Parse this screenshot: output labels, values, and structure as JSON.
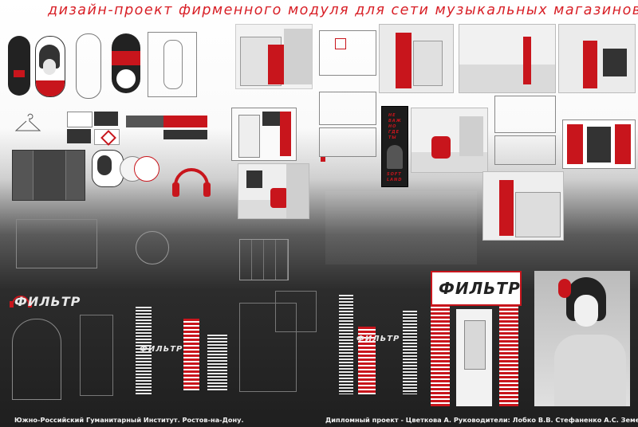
{
  "title": "дизайн-проект фирменного модуля   для сети музыкальных магазинов ФИЛЬТР",
  "brand": {
    "logo_text": "ФИЛЬТР",
    "poster_lines": [
      "НЕ",
      "ВАЖ",
      "НО",
      "ГДЕ",
      "ТЫ",
      "SOFT",
      "LAND"
    ],
    "accent_color": "#c8151c",
    "dark_color": "#222222"
  },
  "footer": {
    "institute": "Южно-Российский Гуманитарный Институт. Ростов-на-Дону.",
    "project": "Дипломный проект - Цветкова А. Руководители: Лобко В.В. Стефаненко А.С. Земелев С.Н."
  },
  "icons": [
    "headphones-icon",
    "hanger-icon",
    "logo-emblem-icon"
  ]
}
